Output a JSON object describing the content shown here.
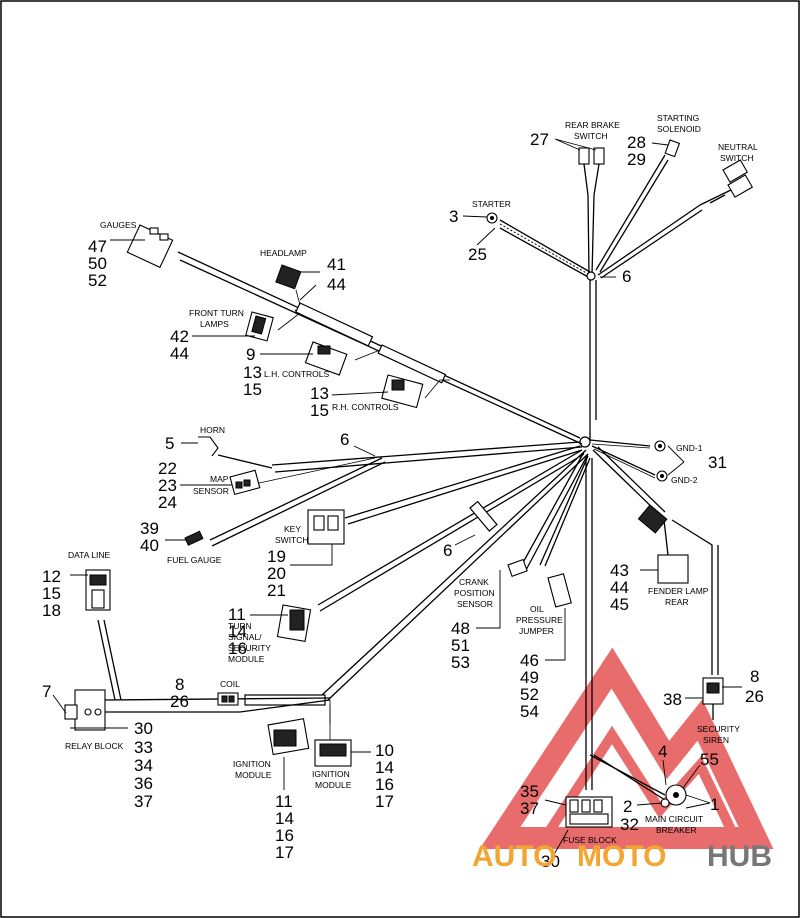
{
  "diagram": {
    "labels": {
      "gauges": "GAUGES",
      "headlamp": "HEADLAMP",
      "front_turn_1": "FRONT TURN",
      "front_turn_2": "LAMPS",
      "lh_controls": "L.H. CONTROLS",
      "rh_controls": "R.H. CONTROLS",
      "horn": "HORN",
      "map_sensor_1": "MAP",
      "map_sensor_2": "SENSOR",
      "fuel_gauge": "FUEL GAUGE",
      "key_switch_1": "KEY",
      "key_switch_2": "SWITCH",
      "data_line": "DATA LINE",
      "coil": "COIL",
      "relay_block": "RELAY BLOCK",
      "turn_signal_1": "TURN",
      "turn_signal_2": "SIGNAL/",
      "turn_signal_3": "SECURITY",
      "turn_signal_4": "MODULE",
      "ign_mod_left_1": "IGNITION",
      "ign_mod_left_2": "MODULE",
      "ign_mod_right_1": "IGNITION",
      "ign_mod_right_2": "MODULE",
      "crank_1": "CRANK",
      "crank_2": "POSITION",
      "crank_3": "SENSOR",
      "oil_1": "OIL",
      "oil_2": "PRESSURE",
      "oil_3": "JUMPER",
      "fender_1": "FENDER LAMP",
      "fender_2": "REAR",
      "siren_1": "SECURITY",
      "siren_2": "SIREN",
      "breaker_1": "MAIN CIRCUIT",
      "breaker_2": "BREAKER",
      "fuse_block": "FUSE BLOCK",
      "gnd1": "GND-1",
      "gnd2": "GND-2",
      "starter": "STARTER",
      "rear_brake_1": "REAR BRAKE",
      "rear_brake_2": "SWITCH",
      "starting_sol_1": "STARTING",
      "starting_sol_2": "SOLENOID",
      "neutral_1": "NEUTRAL",
      "neutral_2": "SWITCH"
    },
    "callouts": {
      "n27": "27",
      "n28": "28",
      "n29": "29",
      "n3": "3",
      "n25": "25",
      "n6a": "6",
      "n47": "47",
      "n50": "50",
      "n52a": "52",
      "n41": "41",
      "n44a": "44",
      "n42": "42",
      "n44b": "44",
      "n9": "9",
      "n13a": "13",
      "n15a": "15",
      "n13b": "13",
      "n15b": "15",
      "n5": "5",
      "n6b": "6",
      "n22": "22",
      "n23": "23",
      "n24": "24",
      "n31": "31",
      "n39": "39",
      "n40": "40",
      "n19": "19",
      "n20": "20",
      "n21": "21",
      "n6c": "6",
      "n12": "12",
      "n15c": "15",
      "n18": "18",
      "n11a": "11",
      "n14a": "14",
      "n16a": "16",
      "n43": "43",
      "n44c": "44",
      "n45": "45",
      "n48": "48",
      "n51": "51",
      "n53": "53",
      "n46": "46",
      "n49": "49",
      "n52b": "52",
      "n54": "54",
      "n8a": "8",
      "n26a": "26",
      "n8b": "8",
      "n26b": "26",
      "n38": "38",
      "n7": "7",
      "n30a": "30",
      "n33": "33",
      "n34": "34",
      "n36": "36",
      "n37a": "37",
      "n10": "10",
      "n14b": "14",
      "n16b": "16",
      "n17a": "17",
      "n11b": "11",
      "n14c": "14",
      "n16c": "16",
      "n17b": "17",
      "n4": "4",
      "n55": "55",
      "n35": "35",
      "n37b": "37",
      "n2": "2",
      "n32": "32",
      "n1": "1",
      "n30b": "30"
    }
  },
  "watermark": {
    "text_auto": "AUTO",
    "text_moto": "MOTO",
    "text_hub": "HUB",
    "color_red": "#e23b3b",
    "color_orange": "#f3a531",
    "color_gray": "#777777"
  }
}
